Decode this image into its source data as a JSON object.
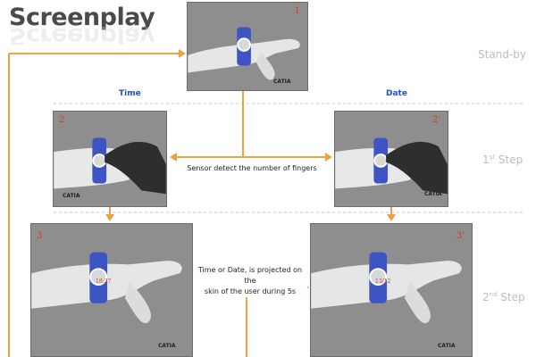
{
  "title": "Screenplay",
  "columns": {
    "left": "Time",
    "right": "Date"
  },
  "steps": {
    "standby": "Stand-by",
    "step1_num": "1",
    "step1_suffix": "st",
    "step1_word": " Step",
    "step2_num": "2",
    "step2_suffix": "nd",
    "step2_word": " Step"
  },
  "captions": {
    "sensor": "Sensor detect the number of fingers",
    "projection_line1": "Time or Date, is projected on the",
    "projection_line2": "skin of the user during 5s"
  },
  "panels": [
    {
      "id": "standby",
      "number": "1",
      "logo": "CATIA"
    },
    {
      "id": "step1-time",
      "number": "2",
      "logo": "CATIA"
    },
    {
      "id": "step1-date",
      "number": "2'",
      "logo": "CATIA"
    },
    {
      "id": "step2-time",
      "number": "3",
      "logo": "CATIA",
      "projected": "18:37"
    },
    {
      "id": "step2-date",
      "number": "3'",
      "logo": "CATIA",
      "projected": "13/12"
    }
  ],
  "colors": {
    "connector": "#f0a040",
    "band": "#3d55c4",
    "title": "#4a4a4a",
    "step_label": "#bdbdbd",
    "column_title": "#1e52c2"
  }
}
